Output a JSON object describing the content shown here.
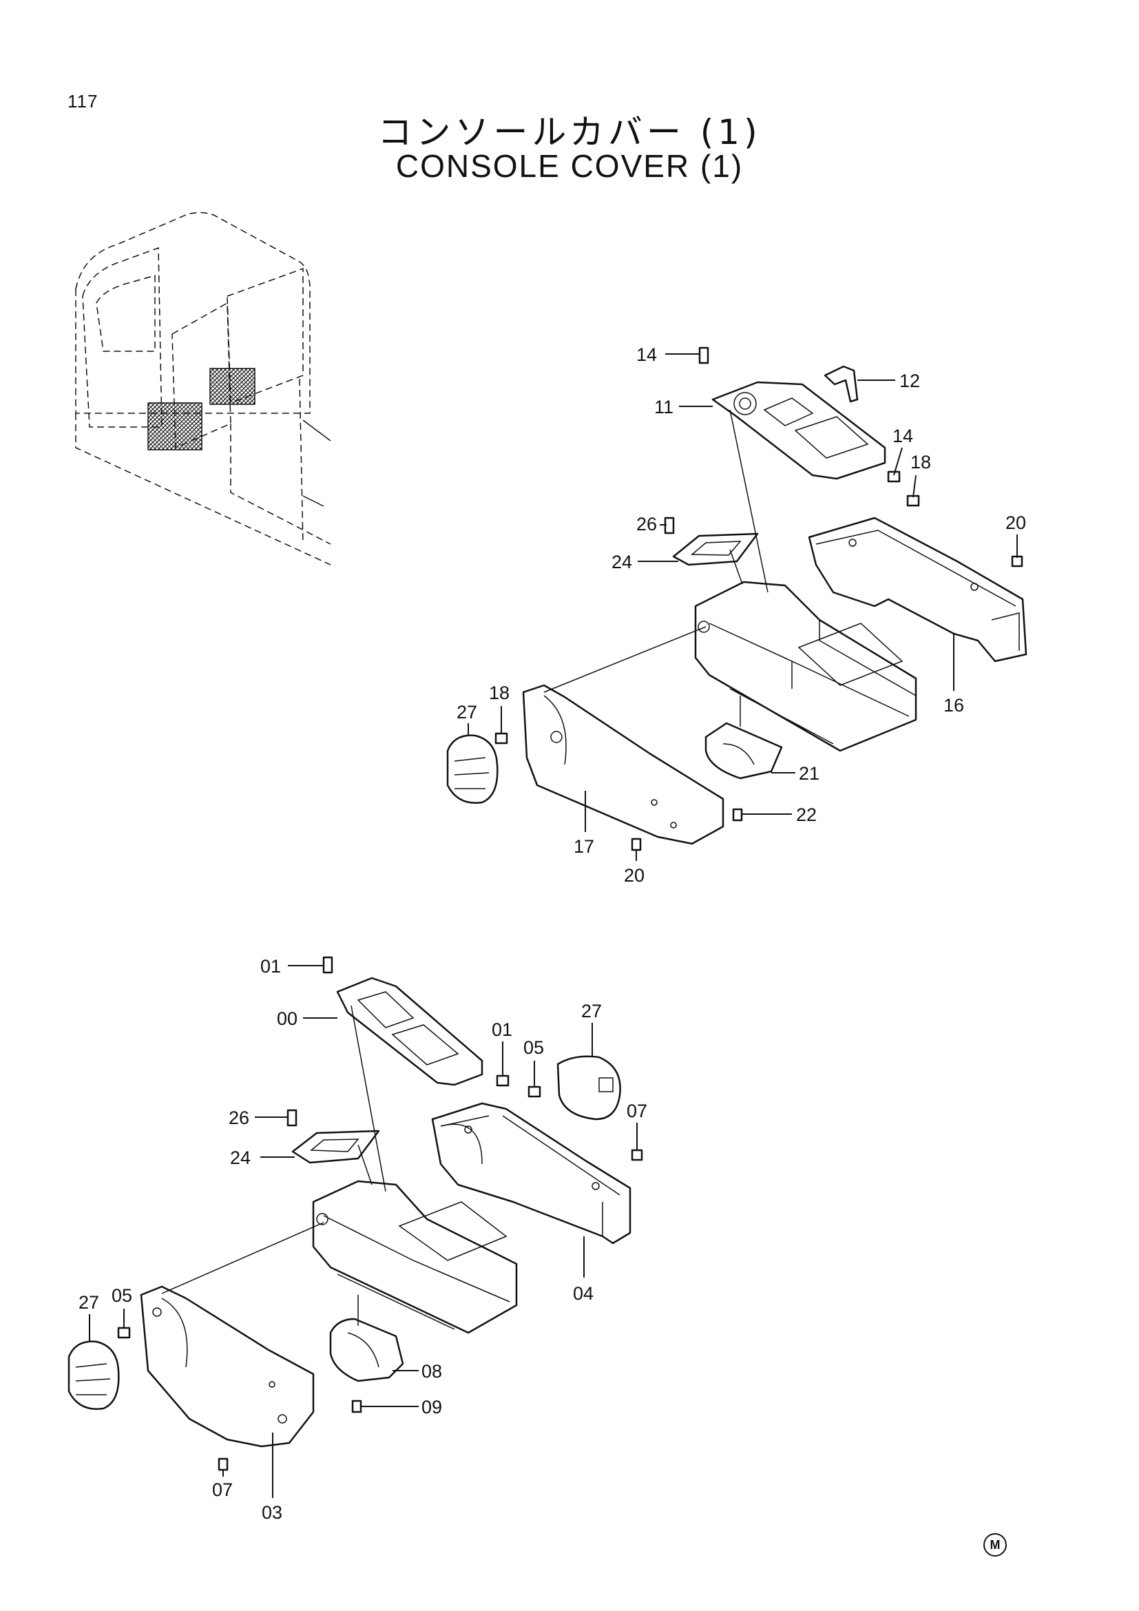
{
  "page": {
    "number": "117",
    "title_jp": "コンソールカバー (1)",
    "title_en": "CONSOLE COVER (1)",
    "corner_mark": "M"
  },
  "callouts": {
    "upper": {
      "c14a": "14",
      "c11": "11",
      "c12": "12",
      "c14b": "14",
      "c18a": "18",
      "c26": "26",
      "c24": "24",
      "c20a": "20",
      "c16": "16",
      "c18b": "18",
      "c27": "27",
      "c21": "21",
      "c22": "22",
      "c17": "17",
      "c20b": "20"
    },
    "lower": {
      "c01a": "01",
      "c00": "00",
      "c01b": "01",
      "c05a": "05",
      "c27a": "27",
      "c07a": "07",
      "c26": "26",
      "c24": "24",
      "c04": "04",
      "c27b": "27",
      "c05b": "05",
      "c08": "08",
      "c09": "09",
      "c07b": "07",
      "c03": "03"
    }
  }
}
